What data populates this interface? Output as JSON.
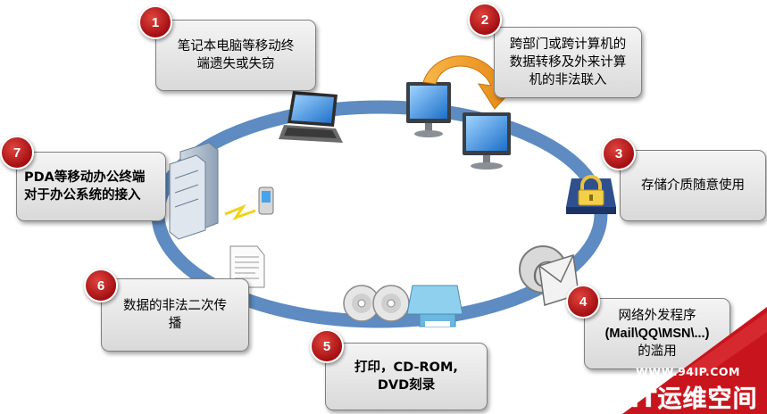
{
  "items": [
    {
      "number": "1",
      "lines": [
        "笔记本电脑等移动终",
        "端遗失或失窃"
      ]
    },
    {
      "number": "2",
      "lines": [
        "跨部门或跨计算机的",
        "数据转移及外来计算",
        "机的非法联入"
      ]
    },
    {
      "number": "3",
      "lines": [
        "存储介质随意使用"
      ]
    },
    {
      "number": "4",
      "lines": [
        "网络外发程序",
        "(Mail\\QQ\\MSN\\...)",
        "的滥用"
      ]
    },
    {
      "number": "5",
      "lines": [
        "打印，CD-ROM,",
        "DVD刻录"
      ]
    },
    {
      "number": "6",
      "lines": [
        "数据的非法二次传",
        "播"
      ]
    },
    {
      "number": "7",
      "lines": [
        "PDA等移动办公终端",
        "对于办公系统的接入"
      ]
    }
  ],
  "watermark": {
    "url": "WWW.94IP.COM",
    "name": "IT运维空间"
  },
  "colors": {
    "ring": "#4f81bd",
    "badge": "#c0171c",
    "arrow": "#f39a1e",
    "watermark_bg": "#c8141c"
  }
}
